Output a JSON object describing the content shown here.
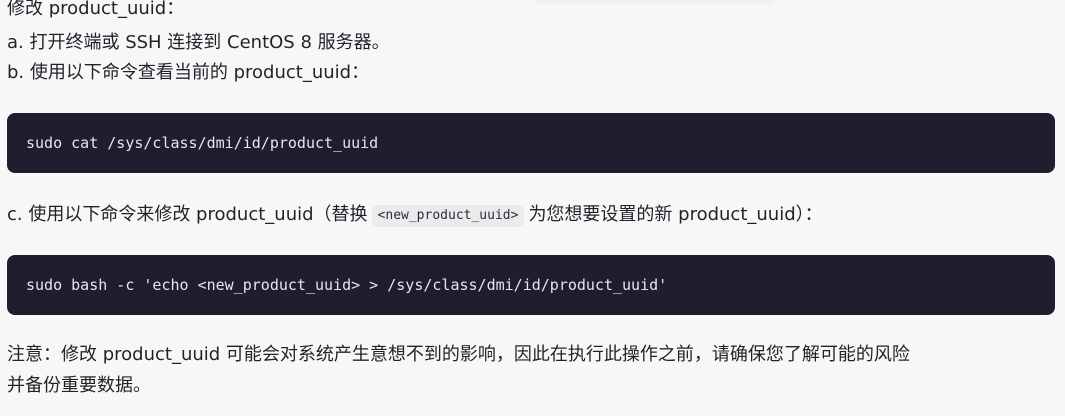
{
  "content": {
    "line1": "修改 product_uuid：",
    "line2": "a. 打开终端或 SSH 连接到 CentOS 8 服务器。",
    "line3": "b. 使用以下命令查看当前的 product_uuid：",
    "code1": "sudo cat /sys/class/dmi/id/product_uuid",
    "line4_prefix": "c. 使用以下命令来修改 product_uuid（替换",
    "line4_code": "<new_product_uuid>",
    "line4_suffix": "为您想要设置的新 product_uuid）：",
    "code2": "sudo bash -c 'echo <new_product_uuid> > /sys/class/dmi/id/product_uuid'",
    "note_line1": "注意：修改 product_uuid 可能会对系统产生意想不到的影响，因此在执行此操作之前，请确保您了解可能的风险",
    "note_line2": "并备份重要数据。"
  },
  "colors": {
    "background": "#f7f7f8",
    "text": "#1f2329",
    "code_block_bg": "#1e1e2e",
    "code_text": "#e6e6ea",
    "inline_code_bg": "#ebebed"
  }
}
